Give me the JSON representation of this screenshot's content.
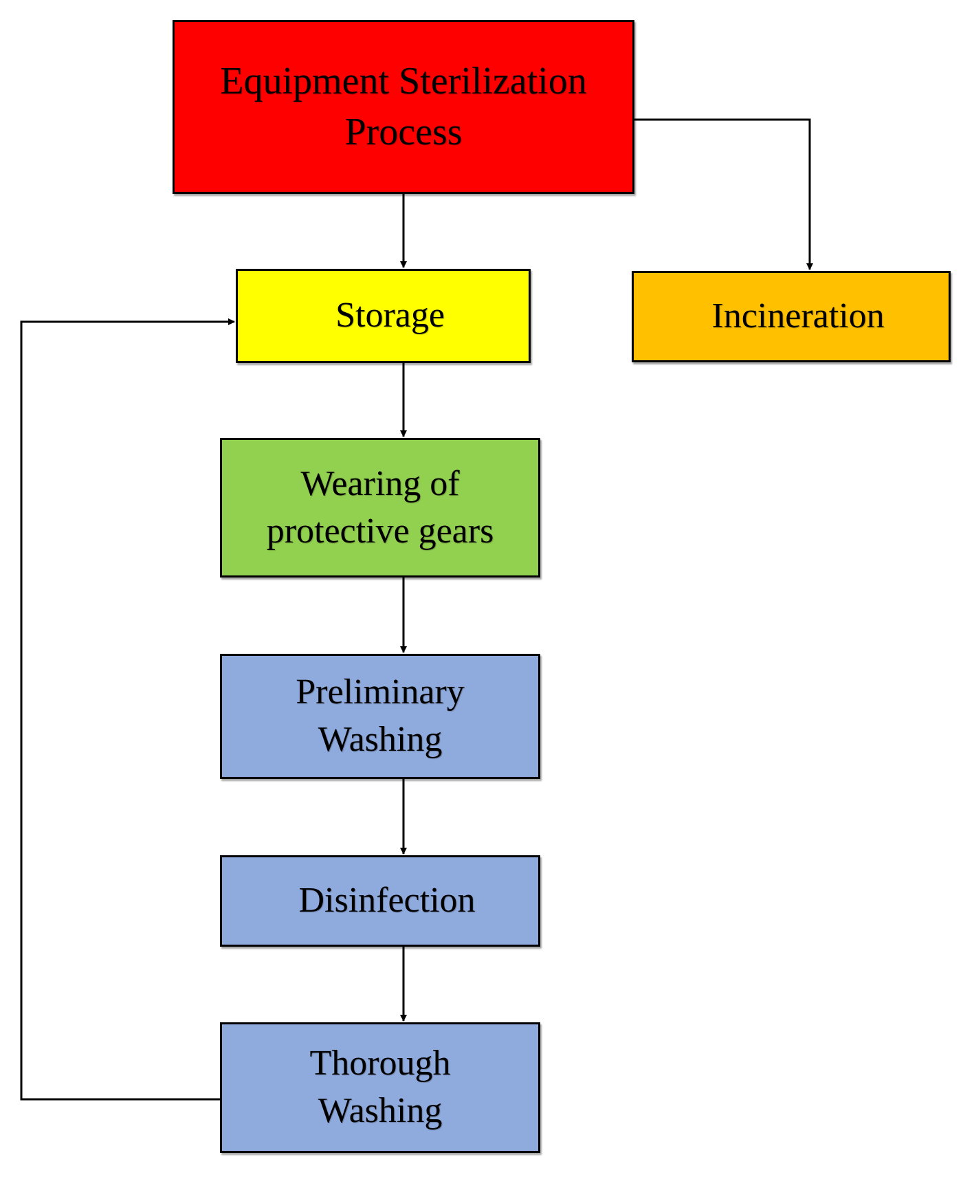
{
  "diagram": {
    "nodes": [
      {
        "id": "equipment",
        "label": "Equipment Sterilization Process",
        "color": "#ff0000"
      },
      {
        "id": "storage",
        "label": "Storage",
        "color": "#ffff00"
      },
      {
        "id": "incineration",
        "label": "Incineration",
        "color": "#ffc000"
      },
      {
        "id": "protective",
        "label": "Wearing of protective gears",
        "color": "#92d050"
      },
      {
        "id": "preliminary",
        "label": "Preliminary Washing",
        "color": "#8faadc"
      },
      {
        "id": "disinfection",
        "label": "Disinfection",
        "color": "#8faadc"
      },
      {
        "id": "thorough",
        "label": "Thorough Washing",
        "color": "#8faadc"
      }
    ],
    "edges": [
      {
        "from": "equipment",
        "to": "storage"
      },
      {
        "from": "equipment",
        "to": "incineration"
      },
      {
        "from": "storage",
        "to": "protective"
      },
      {
        "from": "protective",
        "to": "preliminary"
      },
      {
        "from": "preliminary",
        "to": "disinfection"
      },
      {
        "from": "disinfection",
        "to": "thorough"
      },
      {
        "from": "thorough",
        "to": "storage"
      }
    ]
  }
}
